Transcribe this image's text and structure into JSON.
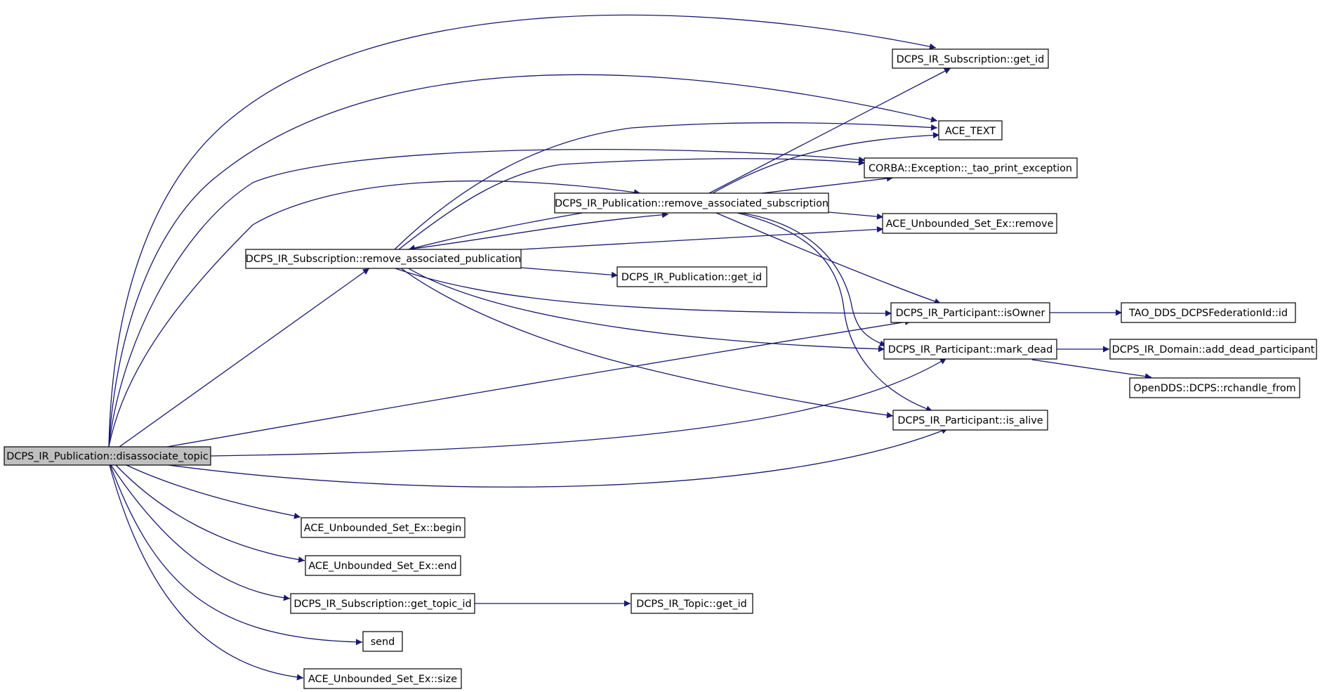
{
  "graph": {
    "colors": {
      "edge": "#191970",
      "root_fill": "#bfbfbf",
      "node_fill": "#ffffff",
      "border": "#000000"
    },
    "nodes": {
      "n_disassociate": "DCPS_IR_Publication::disassociate_topic",
      "n_sub_get_id": "DCPS_IR_Subscription::get_id",
      "n_ace_text": "ACE_TEXT",
      "n_corba_exc": "CORBA::Exception::_tao_print_exception",
      "n_remove_assoc_sub": "DCPS_IR_Publication::remove_associated_subscription",
      "n_set_remove": "ACE_Unbounded_Set_Ex::remove",
      "n_remove_assoc_pub": "DCPS_IR_Subscription::remove_associated_publication",
      "n_pub_get_id": "DCPS_IR_Publication::get_id",
      "n_is_owner": "DCPS_IR_Participant::isOwner",
      "n_fed_id": "TAO_DDS_DCPSFederationId::id",
      "n_mark_dead": "DCPS_IR_Participant::mark_dead",
      "n_add_dead": "DCPS_IR_Domain::add_dead_participant",
      "n_rchandle": "OpenDDS::DCPS::rchandle_from",
      "n_is_alive": "DCPS_IR_Participant::is_alive",
      "n_set_begin": "ACE_Unbounded_Set_Ex::begin",
      "n_set_end": "ACE_Unbounded_Set_Ex::end",
      "n_get_topic_id": "DCPS_IR_Subscription::get_topic_id",
      "n_topic_get_id": "DCPS_IR_Topic::get_id",
      "n_send": "send",
      "n_set_size": "ACE_Unbounded_Set_Ex::size"
    }
  }
}
